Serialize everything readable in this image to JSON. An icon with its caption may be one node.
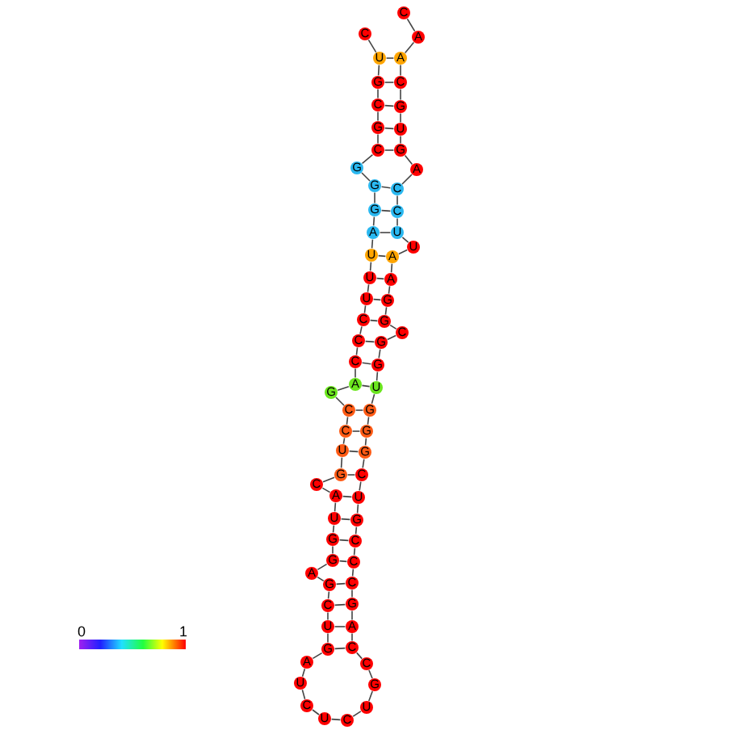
{
  "diagram": {
    "nodes": [
      {
        "text": [
          "C"
        ]
      },
      {
        "text": [
          "U"
        ]
      },
      {
        "text": [
          "G"
        ]
      },
      {
        "text": [
          "C"
        ]
      },
      {
        "text": [
          "G"
        ]
      },
      {
        "text": [
          "C"
        ]
      },
      {
        "text": [
          "G"
        ]
      },
      {
        "text": [
          "G"
        ]
      },
      {
        "text": [
          "G"
        ]
      },
      {
        "text": [
          "A"
        ]
      },
      {
        "text": [
          "U"
        ]
      },
      {
        "text": [
          "U"
        ]
      },
      {
        "text": [
          "U"
        ]
      },
      {
        "text": [
          "C"
        ]
      },
      {
        "text": [
          "C"
        ]
      },
      {
        "text": [
          "C"
        ]
      },
      {
        "text": [
          "A"
        ]
      },
      {
        "text": [
          "G"
        ]
      },
      {
        "text": [
          "C"
        ]
      },
      {
        "text": [
          "C"
        ]
      },
      {
        "text": [
          "U"
        ]
      },
      {
        "text": [
          "G"
        ]
      },
      {
        "text": [
          "C"
        ]
      },
      {
        "text": [
          "A"
        ]
      },
      {
        "text": [
          "U"
        ]
      },
      {
        "text": [
          "G"
        ]
      },
      {
        "text": [
          "G"
        ]
      },
      {
        "text": [
          "A"
        ]
      },
      {
        "text": [
          "G"
        ]
      },
      {
        "text": [
          "C"
        ]
      },
      {
        "text": [
          "U"
        ]
      },
      {
        "text": [
          "G"
        ]
      },
      {
        "text": [
          "A"
        ]
      },
      {
        "text": [
          "U"
        ]
      },
      {
        "text": [
          "C"
        ]
      },
      {
        "text": [
          "U"
        ]
      },
      {
        "text": [
          "C"
        ]
      },
      {
        "text": [
          "U"
        ]
      },
      {
        "text": [
          "G"
        ]
      },
      {
        "text": [
          "C"
        ]
      },
      {
        "text": [
          "C"
        ]
      },
      {
        "text": [
          "A"
        ]
      },
      {
        "text": [
          "G"
        ]
      },
      {
        "text": [
          "C"
        ]
      },
      {
        "text": [
          "C"
        ]
      },
      {
        "text": [
          "C"
        ]
      },
      {
        "text": [
          "G"
        ]
      },
      {
        "text": [
          "U"
        ]
      },
      {
        "text": [
          "C"
        ]
      },
      {
        "text": [
          "G"
        ]
      },
      {
        "text": [
          "G"
        ]
      },
      {
        "text": [
          "G"
        ]
      },
      {
        "text": [
          "U"
        ]
      },
      {
        "text": [
          "G"
        ]
      },
      {
        "text": [
          "G"
        ]
      },
      {
        "text": [
          "C"
        ]
      },
      {
        "text": [
          "G"
        ]
      },
      {
        "text": [
          "G"
        ]
      },
      {
        "text": [
          "A"
        ]
      },
      {
        "text": [
          "A"
        ]
      },
      {
        "text": [
          "U"
        ]
      },
      {
        "text": [
          "U"
        ]
      },
      {
        "text": [
          "C"
        ]
      },
      {
        "text": [
          "C"
        ]
      },
      {
        "text": [
          "A"
        ]
      },
      {
        "text": [
          "G"
        ]
      },
      {
        "text": [
          "U"
        ]
      },
      {
        "text": [
          "G"
        ]
      },
      {
        "text": [
          "C"
        ]
      },
      {
        "text": [
          "A"
        ]
      },
      {
        "text": [
          "A"
        ]
      },
      {
        "text": [
          "C"
        ]
      }
    ],
    "edges": [
      {
        "from": 0,
        "to": 1,
        "arrow": "none"
      },
      {
        "from": 1,
        "to": 2,
        "arrow": "none"
      },
      {
        "from": 2,
        "to": 3,
        "arrow": "none"
      },
      {
        "from": 3,
        "to": 4,
        "arrow": "none"
      },
      {
        "from": 4,
        "to": 5,
        "arrow": "none"
      },
      {
        "from": 5,
        "to": 6,
        "arrow": "none"
      },
      {
        "from": 6,
        "to": 7,
        "arrow": "none"
      },
      {
        "from": 7,
        "to": 8,
        "arrow": "none"
      },
      {
        "from": 8,
        "to": 9,
        "arrow": "none"
      },
      {
        "from": 9,
        "to": 10,
        "arrow": "none"
      },
      {
        "from": 10,
        "to": 11,
        "arrow": "none"
      },
      {
        "from": 11,
        "to": 12,
        "arrow": "none"
      },
      {
        "from": 12,
        "to": 13,
        "arrow": "none"
      },
      {
        "from": 13,
        "to": 14,
        "arrow": "none"
      },
      {
        "from": 14,
        "to": 15,
        "arrow": "none"
      },
      {
        "from": 15,
        "to": 16,
        "arrow": "none"
      },
      {
        "from": 16,
        "to": 17,
        "arrow": "none"
      },
      {
        "from": 17,
        "to": 18,
        "arrow": "none"
      },
      {
        "from": 18,
        "to": 19,
        "arrow": "none"
      },
      {
        "from": 19,
        "to": 20,
        "arrow": "none"
      },
      {
        "from": 20,
        "to": 21,
        "arrow": "none"
      },
      {
        "from": 21,
        "to": 22,
        "arrow": "none"
      },
      {
        "from": 22,
        "to": 23,
        "arrow": "none"
      },
      {
        "from": 23,
        "to": 24,
        "arrow": "none"
      },
      {
        "from": 24,
        "to": 25,
        "arrow": "none"
      },
      {
        "from": 25,
        "to": 26,
        "arrow": "none"
      },
      {
        "from": 26,
        "to": 27,
        "arrow": "none"
      },
      {
        "from": 27,
        "to": 28,
        "arrow": "none"
      },
      {
        "from": 28,
        "to": 29,
        "arrow": "none"
      },
      {
        "from": 29,
        "to": 30,
        "arrow": "none"
      },
      {
        "from": 30,
        "to": 31,
        "arrow": "none"
      },
      {
        "from": 31,
        "to": 32,
        "arrow": "none"
      },
      {
        "from": 32,
        "to": 33,
        "arrow": "none"
      },
      {
        "from": 33,
        "to": 34,
        "arrow": "none"
      },
      {
        "from": 34,
        "to": 35,
        "arrow": "none"
      },
      {
        "from": 35,
        "to": 36,
        "arrow": "none"
      },
      {
        "from": 36,
        "to": 37,
        "arrow": "none"
      },
      {
        "from": 37,
        "to": 38,
        "arrow": "none"
      },
      {
        "from": 38,
        "to": 39,
        "arrow": "none"
      },
      {
        "from": 39,
        "to": 40,
        "arrow": "none"
      },
      {
        "from": 40,
        "to": 41,
        "arrow": "none"
      },
      {
        "from": 41,
        "to": 42,
        "arrow": "none"
      },
      {
        "from": 42,
        "to": 43,
        "arrow": "none"
      },
      {
        "from": 43,
        "to": 44,
        "arrow": "none"
      },
      {
        "from": 44,
        "to": 45,
        "arrow": "none"
      },
      {
        "from": 45,
        "to": 46,
        "arrow": "none"
      },
      {
        "from": 46,
        "to": 47,
        "arrow": "none"
      },
      {
        "from": 47,
        "to": 48,
        "arrow": "none"
      },
      {
        "from": 48,
        "to": 49,
        "arrow": "none"
      },
      {
        "from": 49,
        "to": 50,
        "arrow": "none"
      },
      {
        "from": 50,
        "to": 51,
        "arrow": "none"
      },
      {
        "from": 51,
        "to": 52,
        "arrow": "none"
      },
      {
        "from": 52,
        "to": 53,
        "arrow": "none"
      },
      {
        "from": 53,
        "to": 54,
        "arrow": "none"
      },
      {
        "from": 54,
        "to": 55,
        "arrow": "none"
      },
      {
        "from": 55,
        "to": 56,
        "arrow": "none"
      },
      {
        "from": 56,
        "to": 57,
        "arrow": "none"
      },
      {
        "from": 57,
        "to": 58,
        "arrow": "none"
      },
      {
        "from": 58,
        "to": 59,
        "arrow": "none"
      },
      {
        "from": 59,
        "to": 60,
        "arrow": "none"
      },
      {
        "from": 60,
        "to": 61,
        "arrow": "none"
      },
      {
        "from": 61,
        "to": 62,
        "arrow": "none"
      },
      {
        "from": 62,
        "to": 63,
        "arrow": "none"
      },
      {
        "from": 63,
        "to": 64,
        "arrow": "none"
      },
      {
        "from": 64,
        "to": 65,
        "arrow": "none"
      },
      {
        "from": 65,
        "to": 66,
        "arrow": "none"
      },
      {
        "from": 66,
        "to": 67,
        "arrow": "none"
      },
      {
        "from": 67,
        "to": 68,
        "arrow": "none"
      },
      {
        "from": 68,
        "to": 69,
        "arrow": "none"
      },
      {
        "from": 69,
        "to": 70,
        "arrow": "none"
      },
      {
        "from": 70,
        "to": 71,
        "arrow": "none"
      },
      {
        "from": 1,
        "to": 69,
        "arrow": "none"
      },
      {
        "from": 2,
        "to": 68,
        "arrow": "none"
      },
      {
        "from": 3,
        "to": 67,
        "arrow": "none"
      },
      {
        "from": 4,
        "to": 66,
        "arrow": "none"
      },
      {
        "from": 5,
        "to": 65,
        "arrow": "none"
      },
      {
        "from": 7,
        "to": 63,
        "arrow": "none"
      },
      {
        "from": 8,
        "to": 62,
        "arrow": "none"
      },
      {
        "from": 9,
        "to": 61,
        "arrow": "none"
      },
      {
        "from": 10,
        "to": 59,
        "arrow": "none"
      },
      {
        "from": 11,
        "to": 58,
        "arrow": "none"
      },
      {
        "from": 12,
        "to": 57,
        "arrow": "none"
      },
      {
        "from": 13,
        "to": 56,
        "arrow": "none"
      },
      {
        "from": 14,
        "to": 54,
        "arrow": "none"
      },
      {
        "from": 15,
        "to": 53,
        "arrow": "none"
      },
      {
        "from": 16,
        "to": 52,
        "arrow": "none"
      },
      {
        "from": 18,
        "to": 51,
        "arrow": "none"
      },
      {
        "from": 19,
        "to": 50,
        "arrow": "none"
      },
      {
        "from": 20,
        "to": 49,
        "arrow": "none"
      },
      {
        "from": 21,
        "to": 48,
        "arrow": "none"
      },
      {
        "from": 23,
        "to": 47,
        "arrow": "none"
      },
      {
        "from": 24,
        "to": 46,
        "arrow": "none"
      },
      {
        "from": 25,
        "to": 45,
        "arrow": "none"
      },
      {
        "from": 26,
        "to": 44,
        "arrow": "none"
      },
      {
        "from": 28,
        "to": 43,
        "arrow": "none"
      },
      {
        "from": 29,
        "to": 42,
        "arrow": "none"
      },
      {
        "from": 30,
        "to": 41,
        "arrow": "none"
      },
      {
        "from": 31,
        "to": 40,
        "arrow": "none"
      }
    ],
    "labels": [
      "0",
      "1"
    ]
  }
}
